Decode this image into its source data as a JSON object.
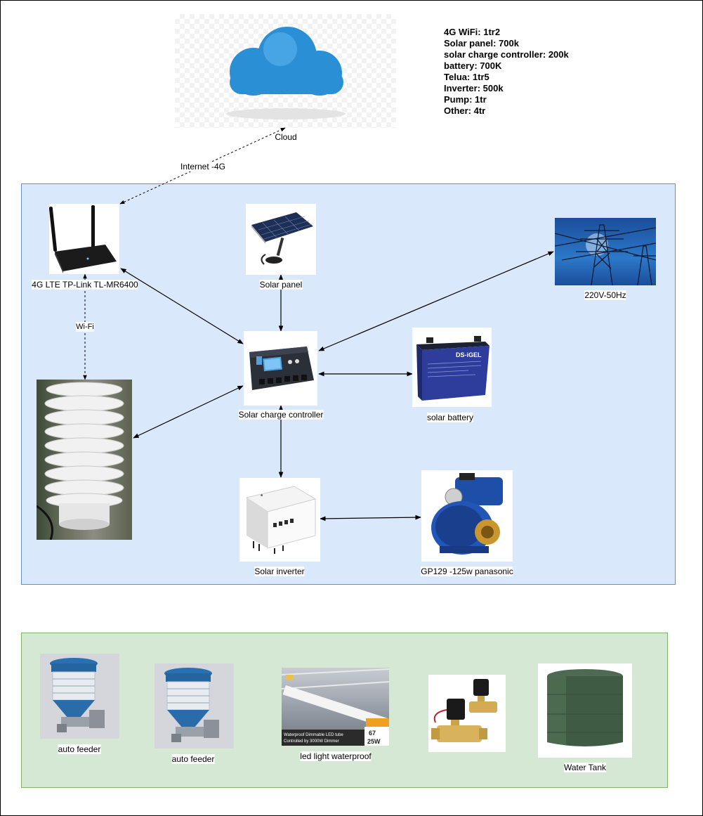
{
  "costs": {
    "wifi": "4G WiFi: 1tr2",
    "solar_panel": "Solar panel: 700k",
    "controller": "solar charge controller: 200k",
    "battery": "battery:  700K",
    "telua": "Telua: 1tr5",
    "inverter": "Inverter: 500k",
    "pump": "Pump: 1tr",
    "other": "Other: 4tr"
  },
  "nodes": {
    "cloud": "Cloud",
    "router": "4G LTE TP-Link TL-MR6400",
    "solar_panel": "Solar panel",
    "grid": "220V-50Hz",
    "controller": "Solar charge controller",
    "battery": "solar battery",
    "inverter": "Solar inverter",
    "pump": "GP129 -125w panasonic"
  },
  "edges": {
    "internet": "Internet -4G",
    "wifi": "Wi-Fi"
  },
  "devices": {
    "feeder1": "auto feeder",
    "feeder2": "auto feeder",
    "led": "led light waterproof",
    "tank": "Water Tank"
  },
  "product_text": {
    "battery_brand": "DS-iGEL",
    "led_line1": "Waterproof Dimmable LED tube",
    "led_line2": "Controlled by 3000W Dimmer",
    "led_num1": "67",
    "led_num2": "25W"
  },
  "colors": {
    "blue_group": "#dae8fc",
    "green_group": "#d5e8d4",
    "cloud": "#2b8fd6"
  }
}
